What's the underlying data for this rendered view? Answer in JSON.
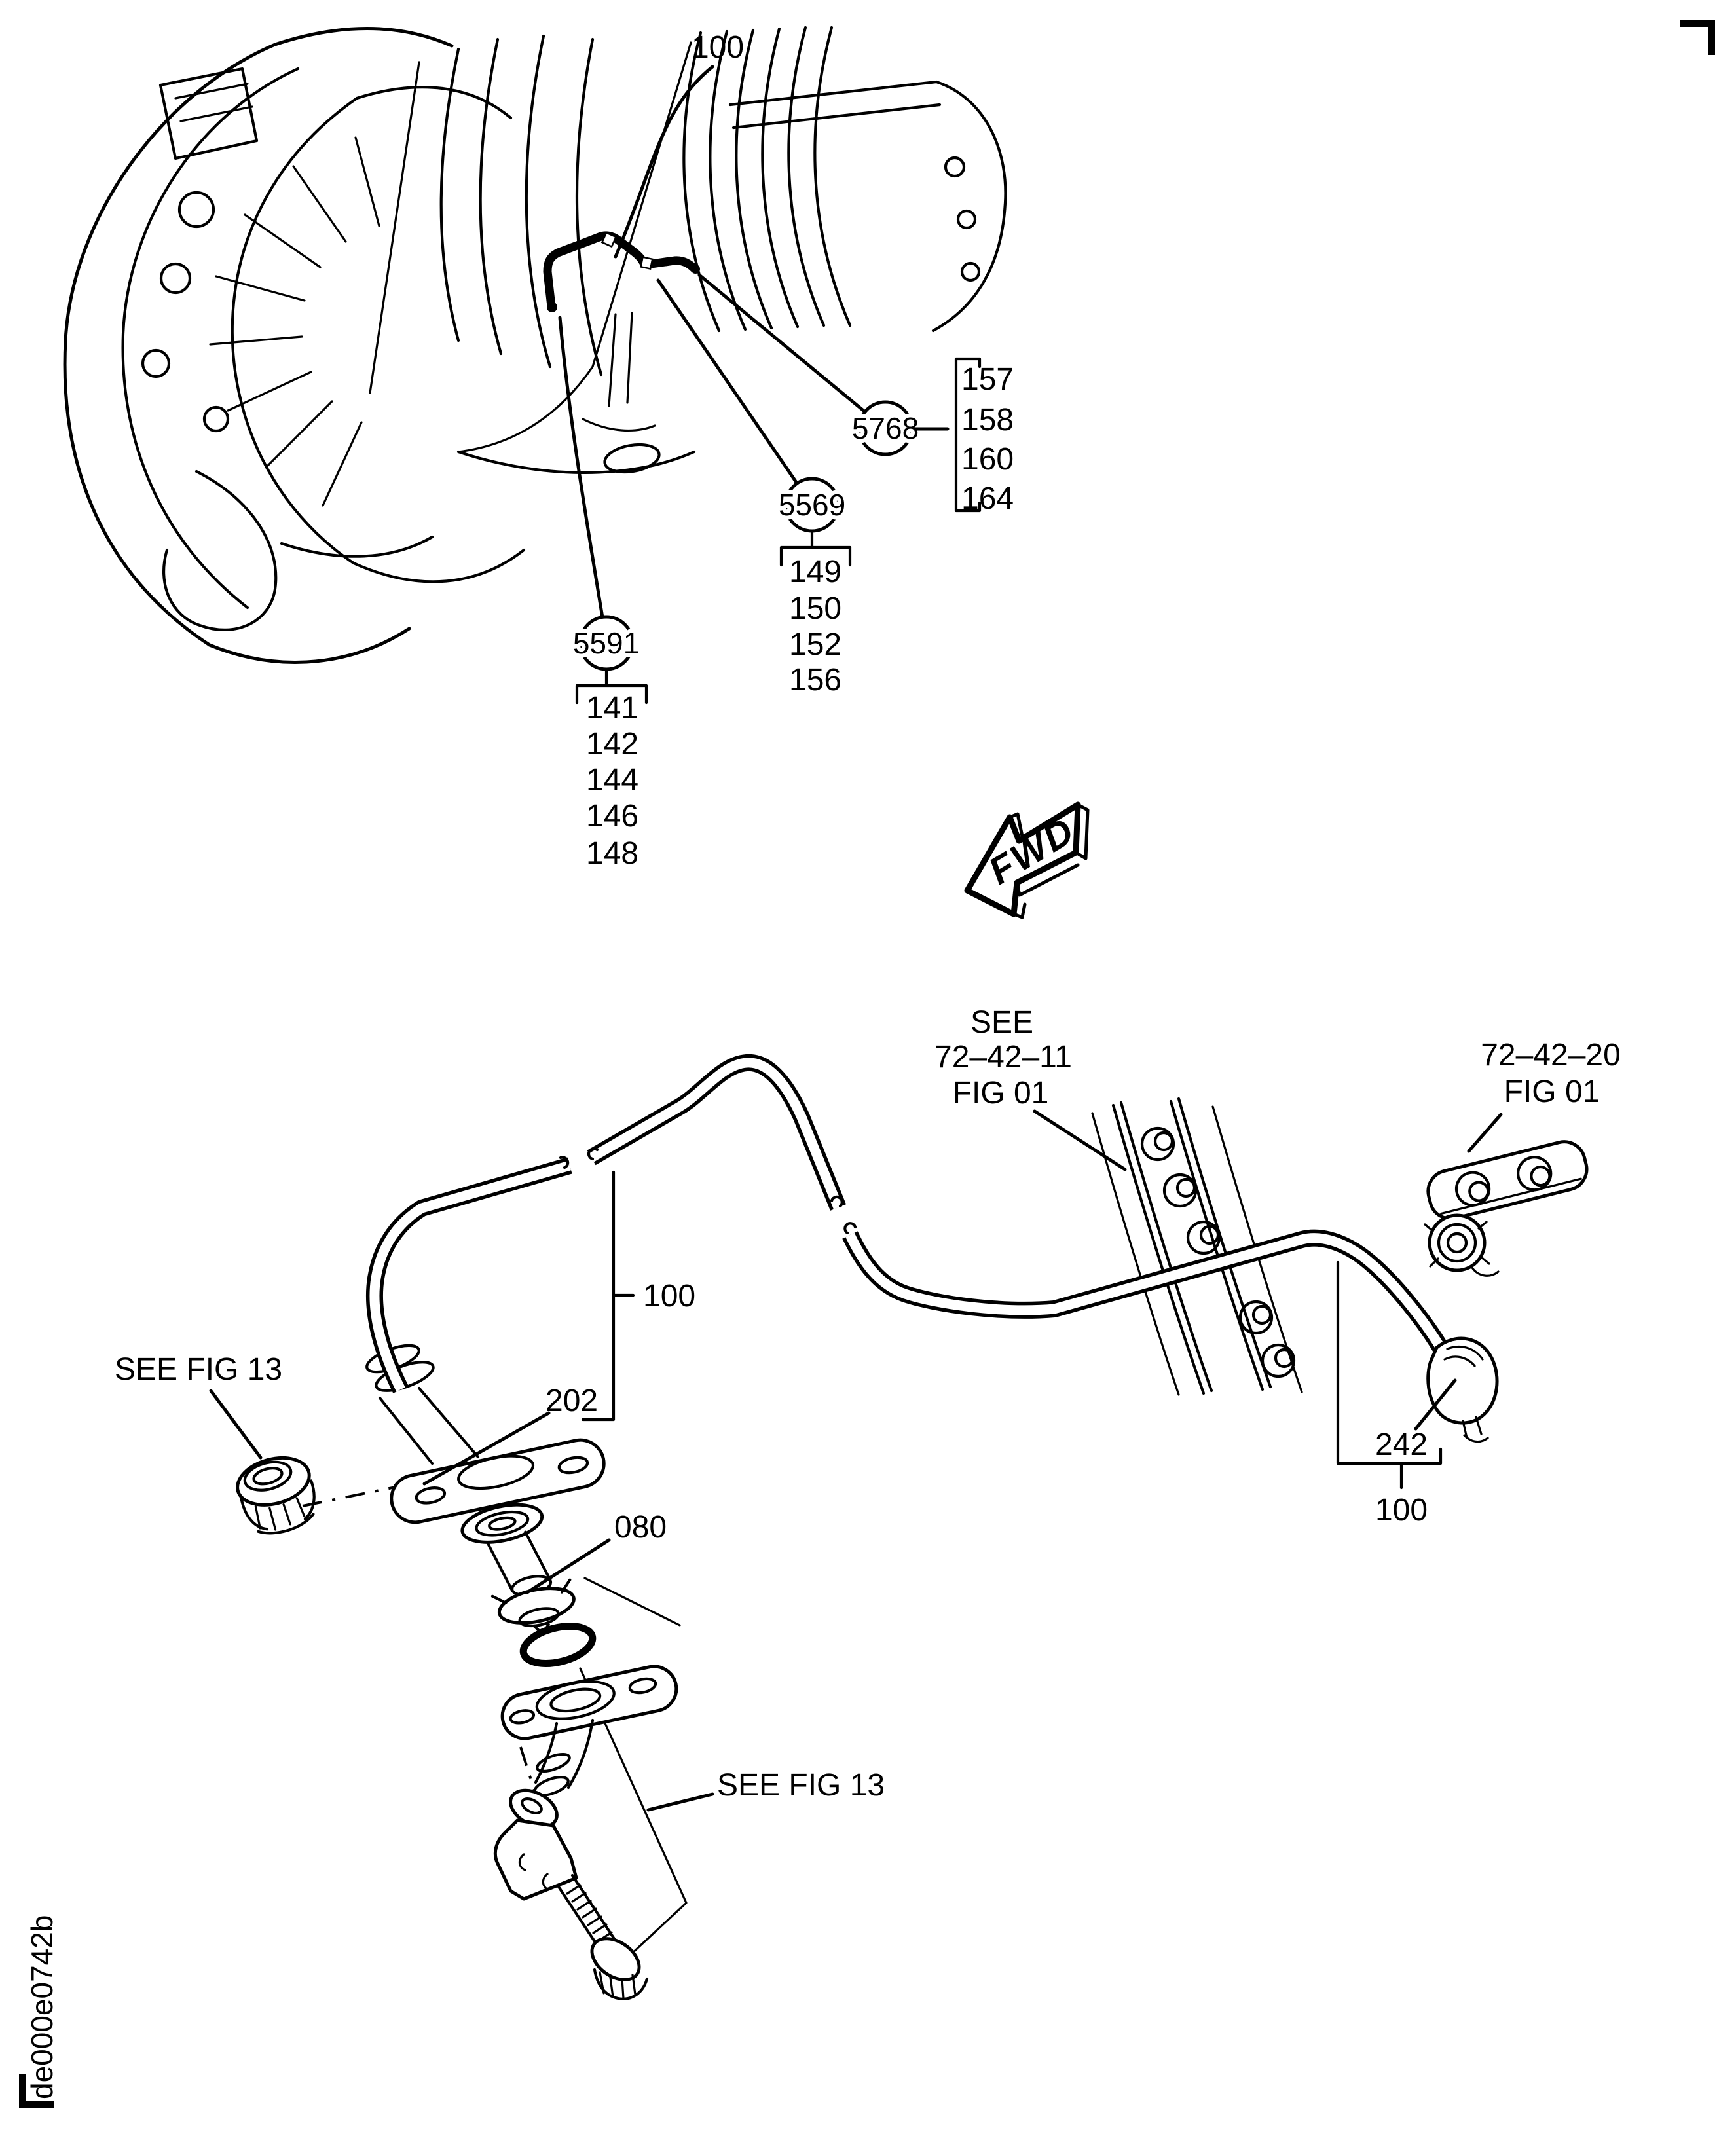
{
  "page": {
    "background": "#ffffff",
    "line_color": "#000000",
    "doc_code": "de000e0742b"
  },
  "top_view": {
    "pipe_label": "100",
    "fwd_label": "FWD",
    "balloon_5768": {
      "id": "5768",
      "items": [
        "157",
        "158",
        "160",
        "164"
      ]
    },
    "balloon_5569": {
      "id": "5569",
      "items": [
        "149",
        "150",
        "152",
        "156"
      ]
    },
    "balloon_5591": {
      "id": "5591",
      "items": [
        "141",
        "142",
        "144",
        "146",
        "148"
      ]
    }
  },
  "bottom_view": {
    "see_ref_72_42_11": {
      "line1": "SEE",
      "line2": "72–42–11",
      "line3": "FIG 01"
    },
    "ref_72_42_20": {
      "line1": "72–42–20",
      "line2": "FIG 01"
    },
    "tube_label_upper": "100",
    "label_202": "202",
    "label_080": "080",
    "label_242": "242",
    "tube_label_lower": "100",
    "see_fig13_left": "SEE FIG 13",
    "see_fig13_right": "SEE FIG 13"
  }
}
